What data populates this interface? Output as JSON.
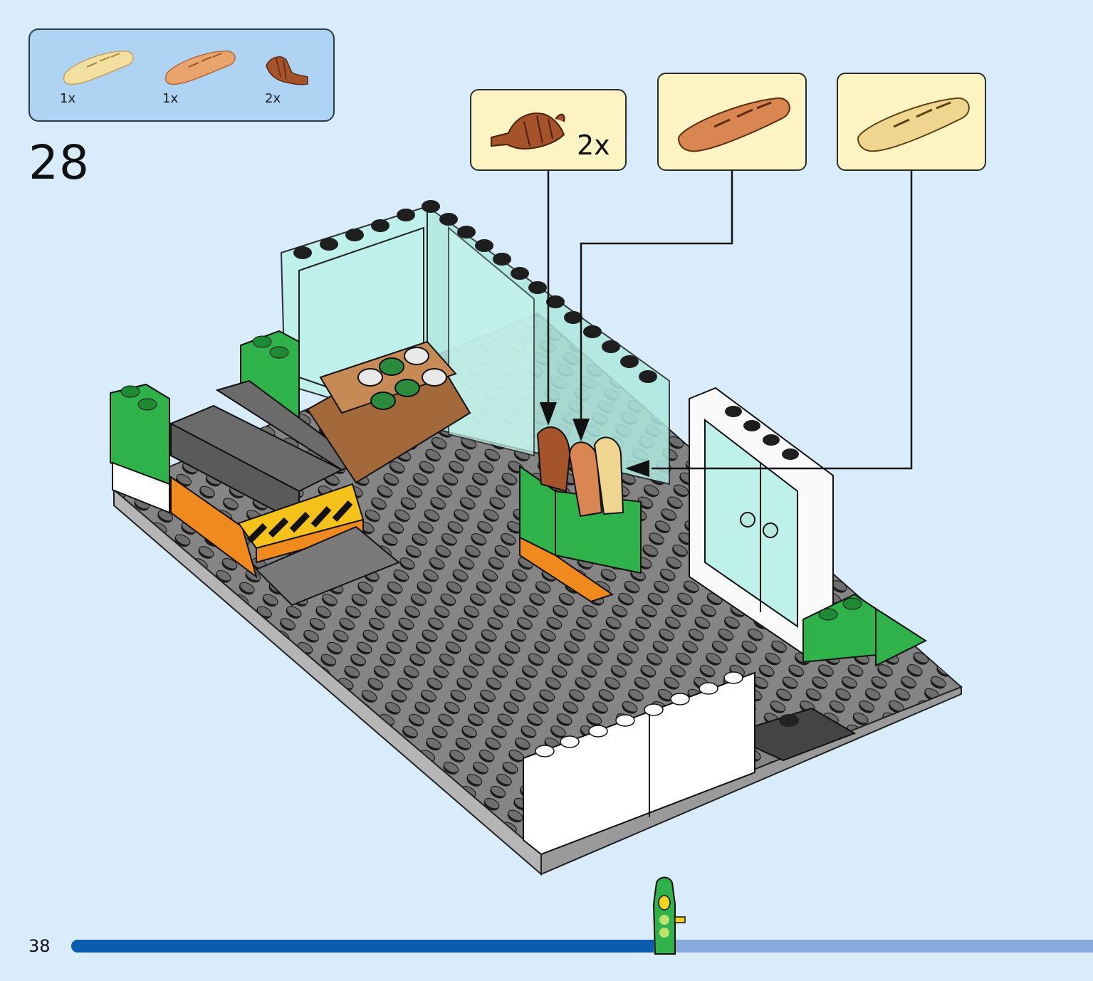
{
  "parts_list": {
    "items": [
      {
        "icon": "baguette-light-icon",
        "qty": "1x"
      },
      {
        "icon": "baguette-dark-icon",
        "qty": "1x"
      },
      {
        "icon": "croissant-icon",
        "qty": "2x"
      }
    ]
  },
  "step": {
    "number": "28"
  },
  "callouts": [
    {
      "icon": "croissant-icon",
      "qty": "2x"
    },
    {
      "icon": "baguette-dark-icon",
      "qty": ""
    },
    {
      "icon": "baguette-light-icon",
      "qty": ""
    }
  ],
  "footer": {
    "page_number": "38",
    "progress": 0.57,
    "colors": {
      "fill": "#0b5cae",
      "track": "#87a9dc"
    }
  },
  "colors": {
    "background": "#d8ecfb",
    "parts_box": "#afd3f3",
    "callout_box": "#fdf3c3"
  }
}
